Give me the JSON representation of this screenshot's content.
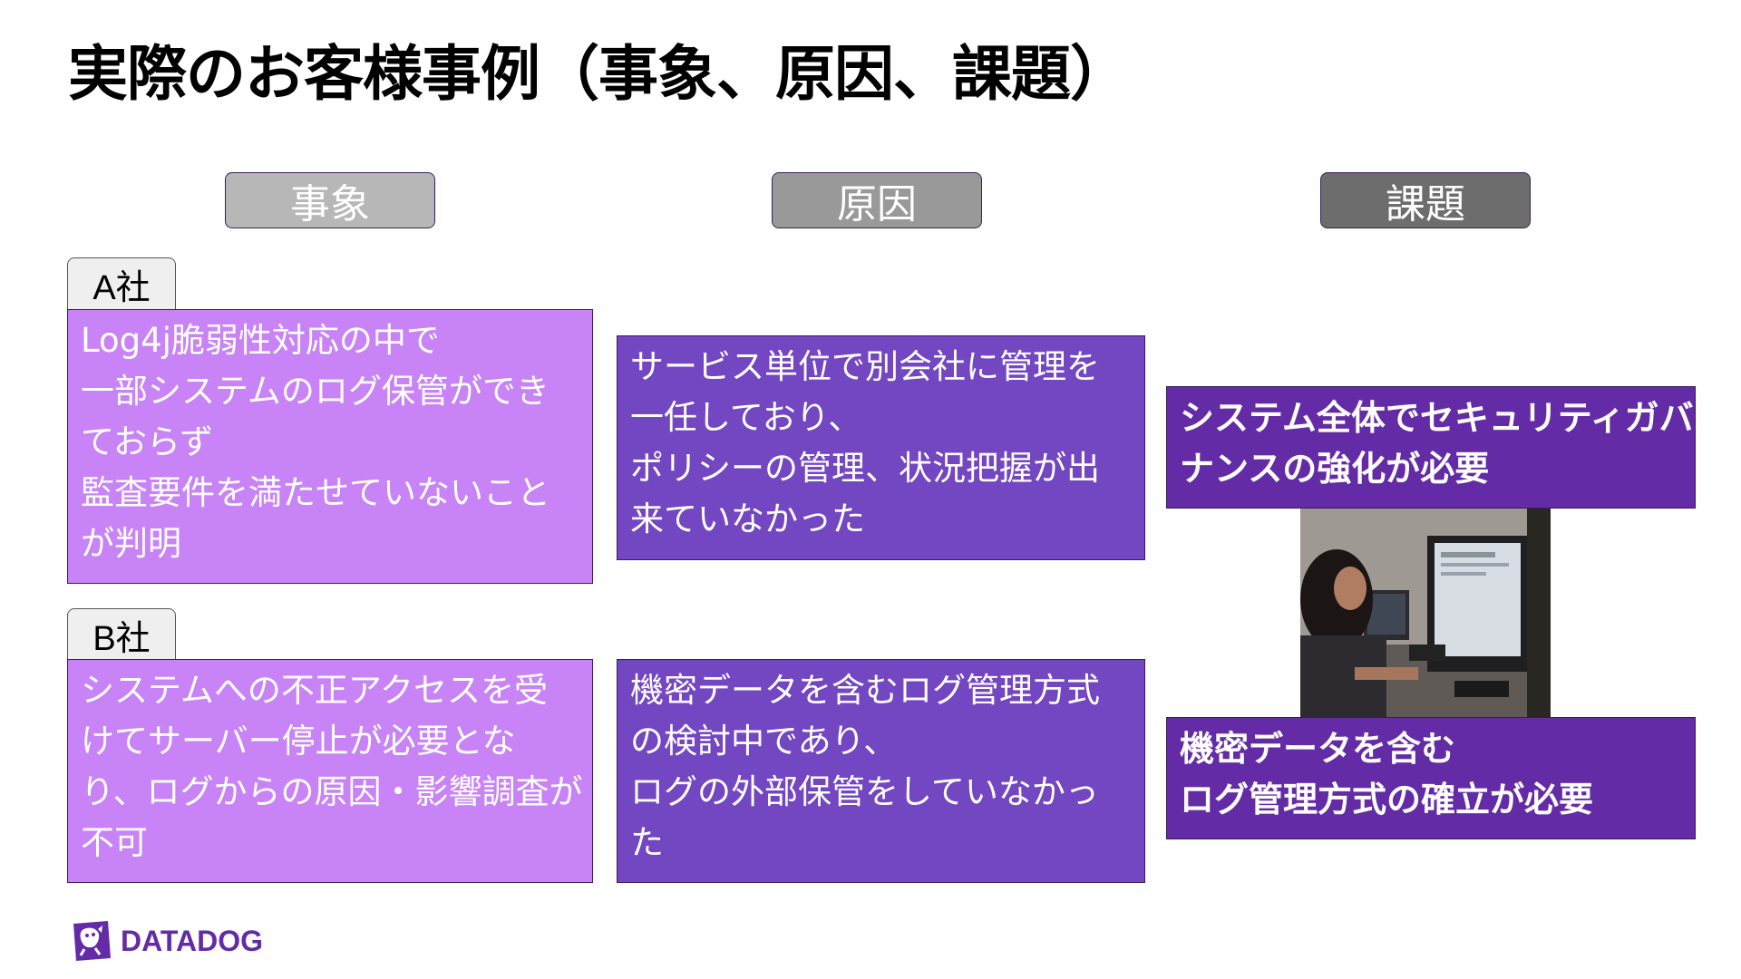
{
  "slide": {
    "title": "実際のお客様事例（事象、原因、課題）"
  },
  "columns": {
    "event": "事象",
    "cause": "原因",
    "issue": "課題"
  },
  "cases": {
    "a": {
      "label": "A社",
      "event": [
        "Log4j脆弱性対応の中で",
        "一部システムのログ保管ができ",
        "ておらず",
        "監査要件を満たせていないこと",
        "が判明"
      ],
      "cause": [
        "サービス単位で別会社に管理を",
        "一任しており、",
        "ポリシーの管理、状況把握が出",
        "来ていなかった"
      ],
      "issue": [
        "システム全体でセキュリティガバ",
        "ナンスの強化が必要"
      ]
    },
    "b": {
      "label": "B社",
      "event": [
        "システムへの不正アクセスを受",
        "けてサーバー停止が必要とな",
        "り、ログからの原因・影響調査が",
        "不可"
      ],
      "cause": [
        "機密データを含むログ管理方式",
        "の検討中であり、",
        "ログの外部保管をしていなかっ",
        "た"
      ],
      "issue": [
        "機密データを含む",
        "ログ管理方式の確立が必要"
      ]
    }
  },
  "logo": {
    "text": "DATADOG",
    "icon": "datadog-dog-icon",
    "color": "#632ca6"
  },
  "photo": {
    "icon": "office-worker-photo"
  },
  "colors": {
    "pink_box": "#c884f6",
    "purple_box": "#7346c2",
    "dark_purple_box": "#632ca6"
  }
}
